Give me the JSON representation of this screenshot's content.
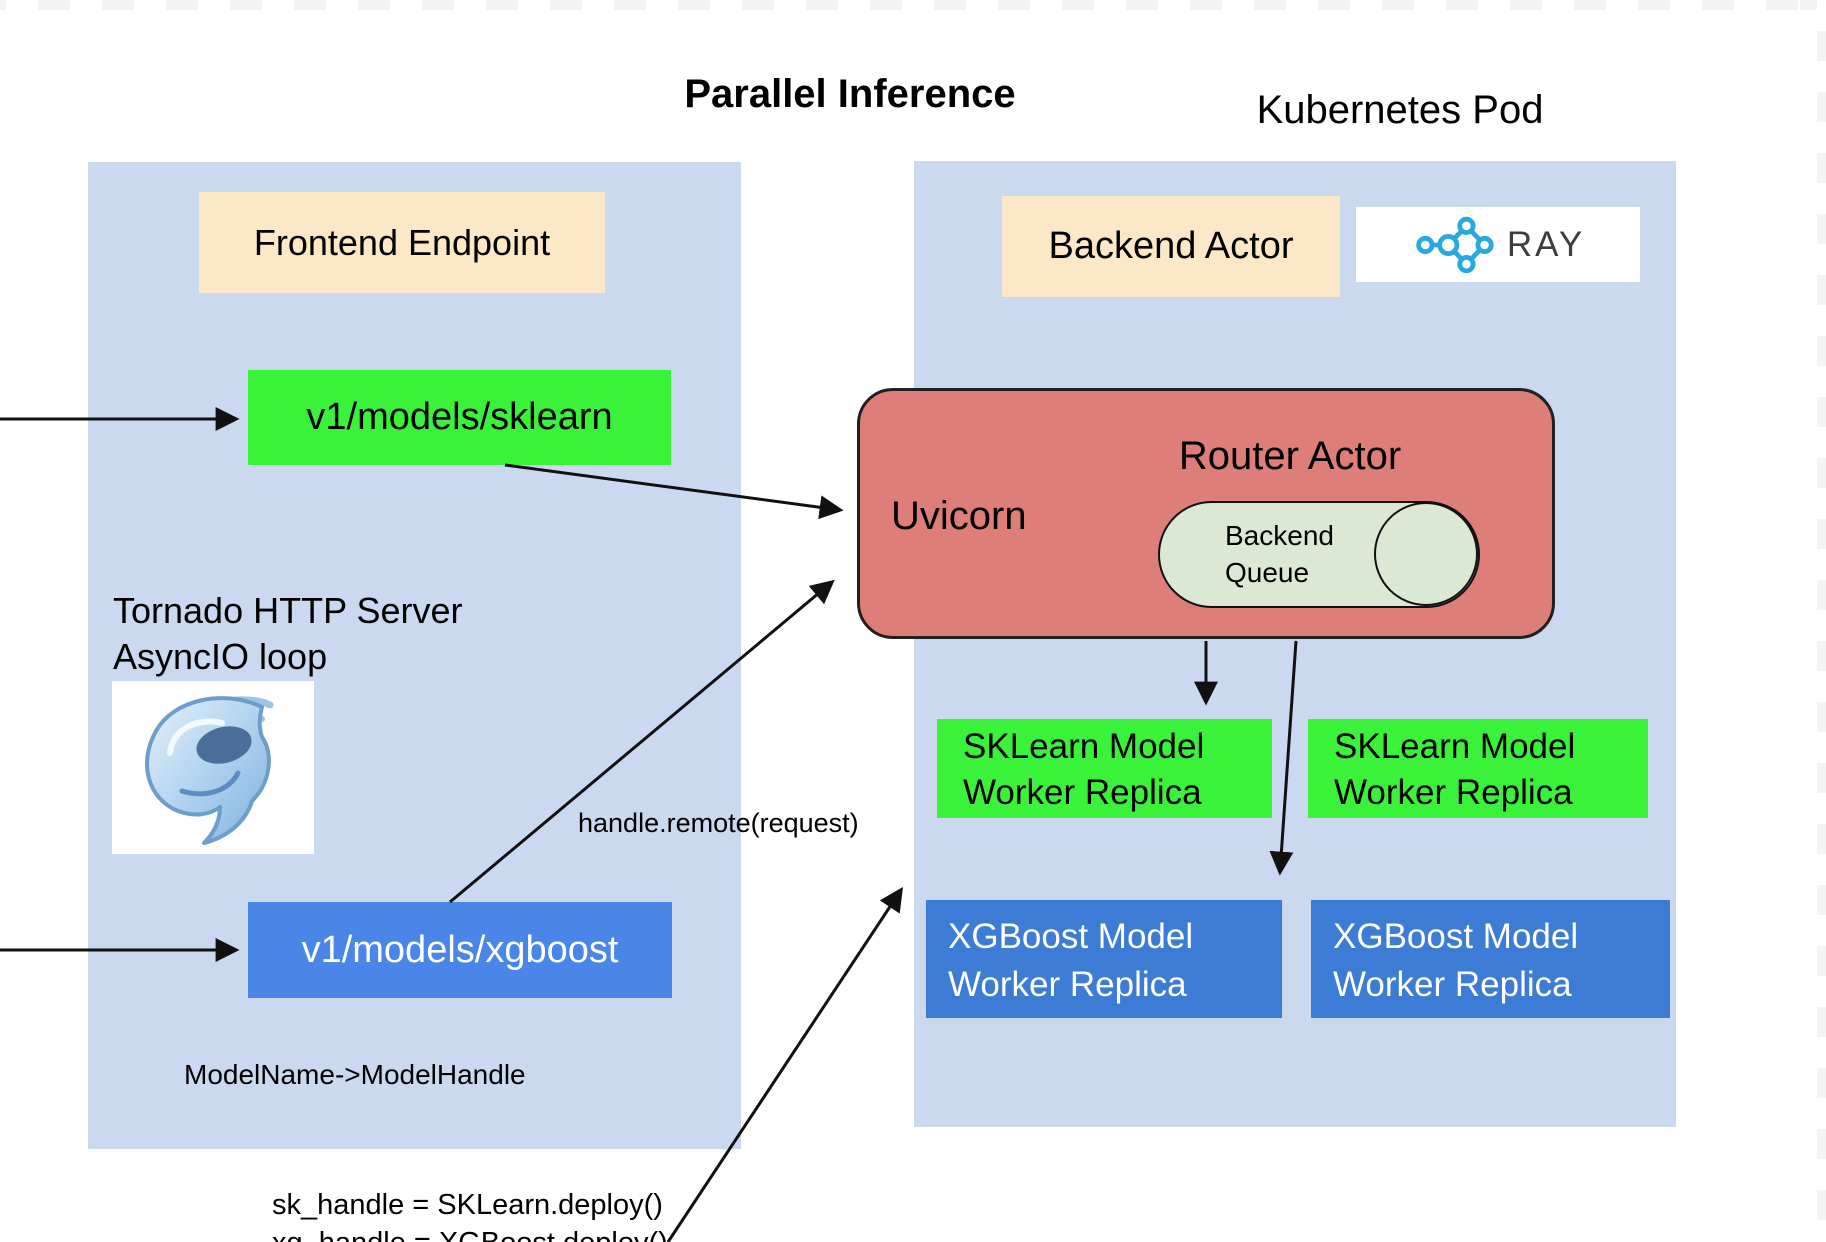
{
  "titles": {
    "main": "Parallel Inference",
    "kubernetes_pod": "Kubernetes Pod"
  },
  "colors": {
    "panel": "#cad8f0",
    "cream": "#fce8c6",
    "green": "#3bf23b",
    "route_blue": "#4a86e8",
    "worker_blue": "#3d7cd4",
    "router_red": "#dd7e79",
    "queue_green": "#dbe8d4",
    "ray_blue": "#29a8e0"
  },
  "left_panel": {
    "frontend_endpoint_label": "Frontend Endpoint",
    "sklearn_route": "v1/models/sklearn",
    "xgboost_route": "v1/models/xgboost",
    "tornado_line1": "Tornado HTTP Server",
    "tornado_line2": "AsyncIO loop",
    "model_map": "ModelName->ModelHandle"
  },
  "right_panel": {
    "backend_actor_label": "Backend Actor",
    "ray_logo_text": "RAY",
    "router": {
      "title": "Router Actor",
      "uvicorn": "Uvicorn",
      "queue_line1": "Backend",
      "queue_line2": "Queue"
    },
    "sklearn_worker": {
      "line1": "SKLearn Model",
      "line2": "Worker Replica"
    },
    "xgboost_worker": {
      "line1": "XGBoost Model",
      "line2": "Worker Replica"
    }
  },
  "annotations": {
    "handle_remote": "handle.remote(request)",
    "deploy_line1": "sk_handle = SKLearn.deploy()",
    "deploy_line2": "xg_handle = XGBoost.deploy()"
  },
  "icons": {
    "ray_icon": "ray-network-icon",
    "tornado_icon": "tornado-swirl-icon"
  }
}
